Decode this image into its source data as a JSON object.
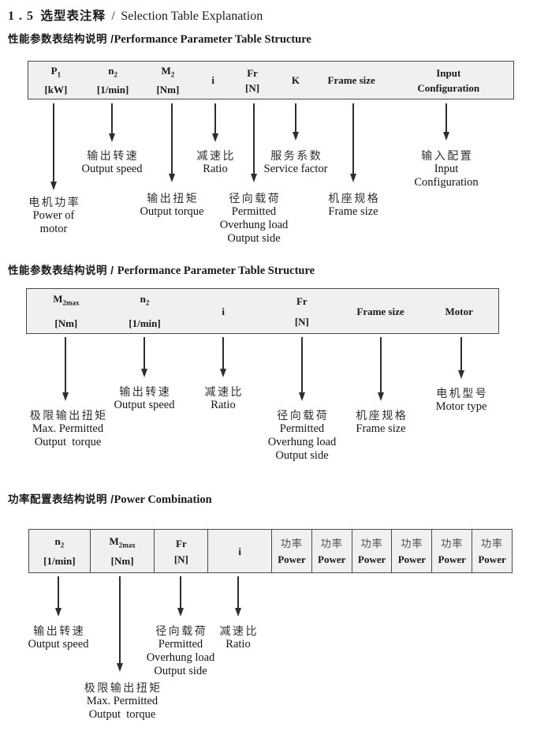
{
  "title": {
    "num": "1 . 5",
    "zh": "选型表注释",
    "sep": "/",
    "en": "Selection Table Explanation"
  },
  "colors": {
    "table_bg": "#f1f0ee",
    "table_border": "#4a4a4a",
    "text": "#1a1a1a"
  },
  "sections": [
    {
      "heading_zh": "性能参数表结构说明 /",
      "heading_en": "Performance Parameter Table Structure",
      "table": [
        {
          "sym": "P",
          "sub": "1",
          "unit": "[kW]"
        },
        {
          "sym": "n",
          "sub": "2",
          "unit": "[1/min]"
        },
        {
          "sym": "M",
          "sub": "2",
          "unit": "[Nm]"
        },
        {
          "sym": "i"
        },
        {
          "sym": "Fr",
          "unit": "[N]"
        },
        {
          "sym": "K"
        },
        {
          "sym": "Frame size"
        },
        {
          "sym": "Input",
          "unit": "Configuration"
        }
      ],
      "notes": [
        {
          "zh": "电机功率",
          "en": [
            "Power of",
            "motor"
          ]
        },
        {
          "zh": "输出转速",
          "en": [
            "Output speed"
          ]
        },
        {
          "zh": "输出扭矩",
          "en": [
            "Output torque"
          ]
        },
        {
          "zh": "减速比",
          "en": [
            "Ratio"
          ]
        },
        {
          "zh": "径向载荷",
          "en": [
            "Permitted",
            "Overhung load",
            "Output side"
          ]
        },
        {
          "zh": "服务系数",
          "en": [
            "Service factor"
          ]
        },
        {
          "zh": "机座规格",
          "en": [
            "Frame size"
          ]
        },
        {
          "zh": "输入配置",
          "en": [
            "Input",
            "Configuration"
          ]
        }
      ]
    },
    {
      "heading_zh": "性能参数表结构说明 / ",
      "heading_en": "Performance Parameter Table Structure",
      "table": [
        {
          "sym": "M",
          "sub": "2max",
          "unit": "[Nm]"
        },
        {
          "sym": "n",
          "sub": "2",
          "unit": "[1/min]"
        },
        {
          "sym": "i"
        },
        {
          "sym": "Fr",
          "unit": "[N]"
        },
        {
          "sym": "Frame size"
        },
        {
          "sym": "Motor"
        }
      ],
      "notes": [
        {
          "zh": "极限输出扭矩",
          "en": [
            "Max. Permitted",
            "Output  torque"
          ]
        },
        {
          "zh": "输出转速",
          "en": [
            "Output speed"
          ]
        },
        {
          "zh": "减速比",
          "en": [
            "Ratio"
          ]
        },
        {
          "zh": "径向载荷",
          "en": [
            "Permitted",
            "Overhung load",
            "Output side"
          ]
        },
        {
          "zh": "机座规格",
          "en": [
            "Frame size"
          ]
        },
        {
          "zh": "电机型号",
          "en": [
            "Motor type"
          ]
        }
      ]
    },
    {
      "heading_zh": "功率配置表结构说明 /",
      "heading_en": "Power Combination",
      "table": [
        {
          "sym": "n",
          "sub": "2",
          "unit": "[1/min]"
        },
        {
          "sym": "M",
          "sub": "2max",
          "unit": "[Nm]"
        },
        {
          "sym": "Fr",
          "unit": "[N]"
        },
        {
          "sym": "i"
        },
        {
          "zh": "功率",
          "en": "Power"
        },
        {
          "zh": "功率",
          "en": "Power"
        },
        {
          "zh": "功率",
          "en": "Power"
        },
        {
          "zh": "功率",
          "en": "Power"
        },
        {
          "zh": "功率",
          "en": "Power"
        },
        {
          "zh": "功率",
          "en": "Power"
        }
      ],
      "notes": [
        {
          "zh": "输出转速",
          "en": [
            "Output speed"
          ]
        },
        {
          "zh": "极限输出扭矩",
          "en": [
            "Max. Permitted",
            "Output  torque"
          ]
        },
        {
          "zh": "径向载荷",
          "en": [
            "Permitted",
            "Overhung load",
            "Output side"
          ]
        },
        {
          "zh": "减速比",
          "en": [
            "Ratio"
          ]
        }
      ]
    }
  ]
}
